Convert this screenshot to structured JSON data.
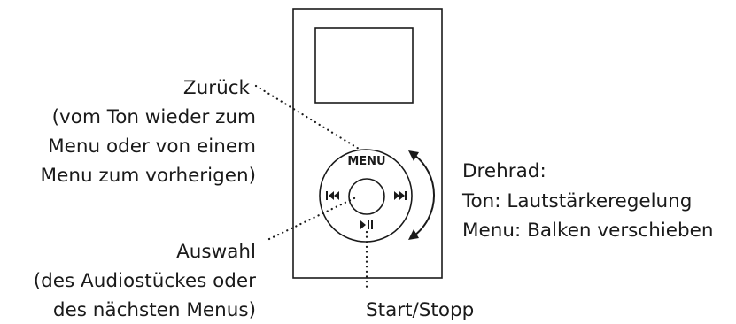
{
  "device": {
    "menu_label": "MENU"
  },
  "labels": {
    "back_title": "Zurück",
    "back_line1": "(vom Ton wieder zum",
    "back_line2": "Menu oder von einem",
    "back_line3": "Menu zum vorherigen)",
    "select_title": "Auswahl",
    "select_line1": "(des Audiostückes oder",
    "select_line2": "des nächsten Menus)",
    "wheel_title": "Drehrad:",
    "wheel_line1": "Ton: Lautstärkeregelung",
    "wheel_line2": "Menu: Balken verschieben",
    "play_title": "Start/Stopp"
  }
}
